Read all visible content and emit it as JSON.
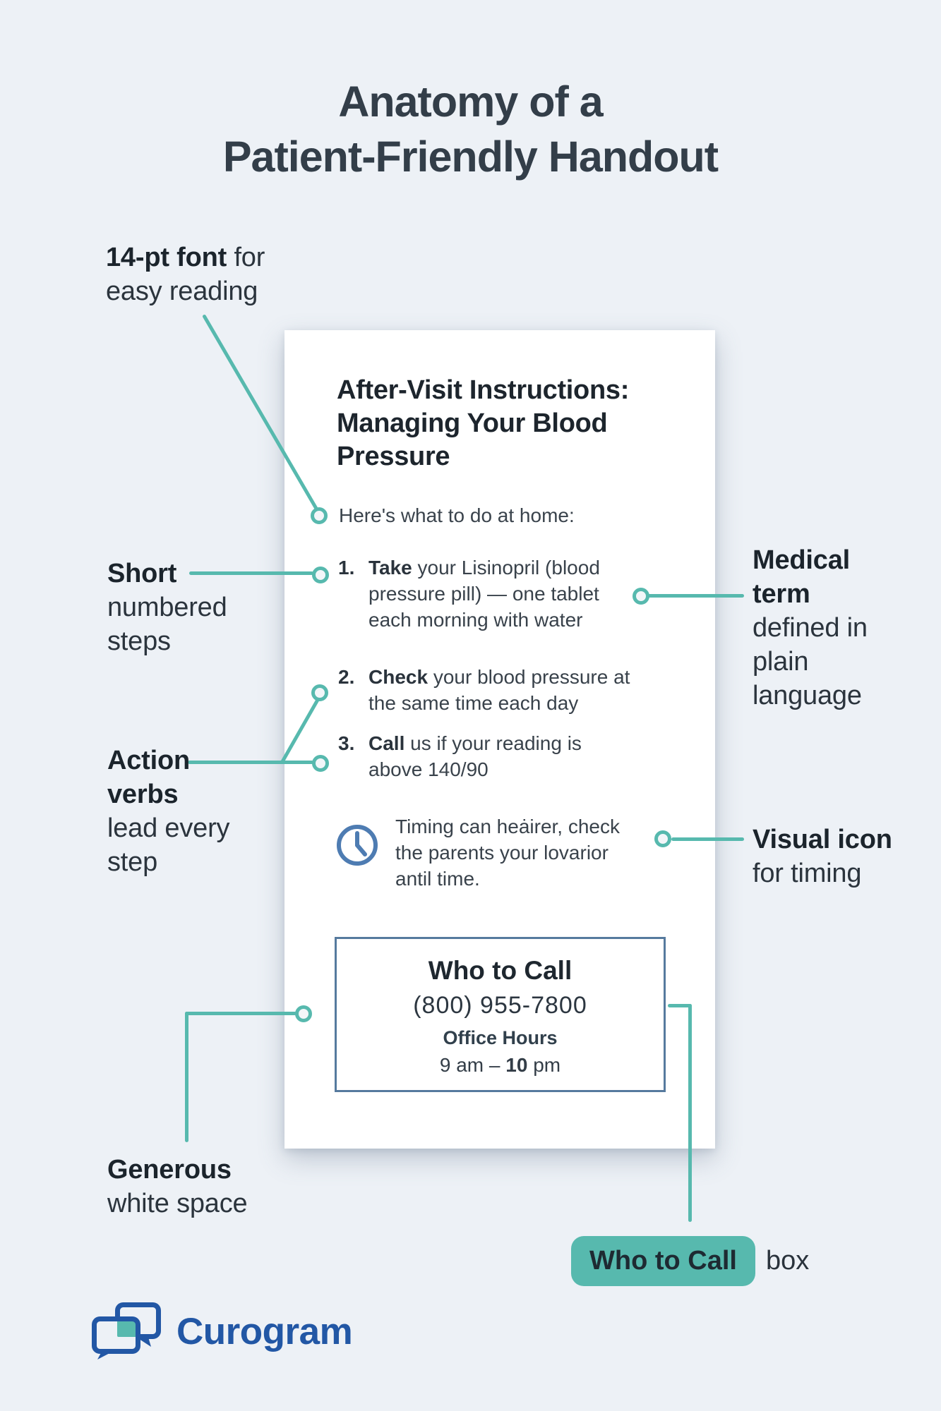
{
  "title": {
    "text": "Anatomy of a\nPatient-Friendly Handout"
  },
  "annotations": {
    "font_size": {
      "bold": "14-pt font",
      "inline_rest": "for",
      "rest": "easy reading"
    },
    "short_steps": {
      "bold": "Short",
      "rest": "numbered\nsteps"
    },
    "action_verbs": {
      "bold": "Action\nverbs",
      "rest": "lead every\nstep"
    },
    "medical_term": {
      "bold": "Medical\nterm",
      "rest": "defined in\nplain\nlanguage"
    },
    "visual_icon": {
      "bold": "Visual icon",
      "rest": "for timing"
    },
    "white_space": {
      "bold": "Generous",
      "rest": "white space"
    },
    "who_box": {
      "chip": "Who to Call",
      "suffix": "box"
    }
  },
  "handout": {
    "heading": "After-Visit Instructions:\nManaging Your Blood\nPressure",
    "intro": "Here's what to do at home:",
    "steps": [
      {
        "num": "1.",
        "lead": "Take",
        "rest": "your Lisinopril (blood\npressure pill) — one tablet\neach morning with water"
      },
      {
        "num": "2.",
        "lead": "Check",
        "rest": "your blood pressure at\nthe same time each day"
      },
      {
        "num": "3.",
        "lead": "Call",
        "rest": "us if your reading is\nabove 140/90"
      }
    ],
    "timing_note": "Timing can heȧirer, check\nthe parents your lovarior\nantil time.",
    "who_to_call": {
      "title": "Who to Call",
      "phone": "(800) 955-7800",
      "hours_label": "Office Hours",
      "hours_prefix": "9 am –",
      "hours_bold": "10",
      "hours_suffix": "pm"
    }
  },
  "logo": {
    "name": "Curogram"
  },
  "icons": {
    "clock": "clock-icon",
    "logo_mark": "chat-bubbles-icon"
  },
  "colors": {
    "background": "#edf1f6",
    "teal": "#57b9ae",
    "card": "#ffffff",
    "box_border": "#567a9e",
    "clock_blue": "#4e7cb2",
    "logo_blue": "#2257a5",
    "heading_text": "#1d252d",
    "body_text": "#39424b"
  }
}
